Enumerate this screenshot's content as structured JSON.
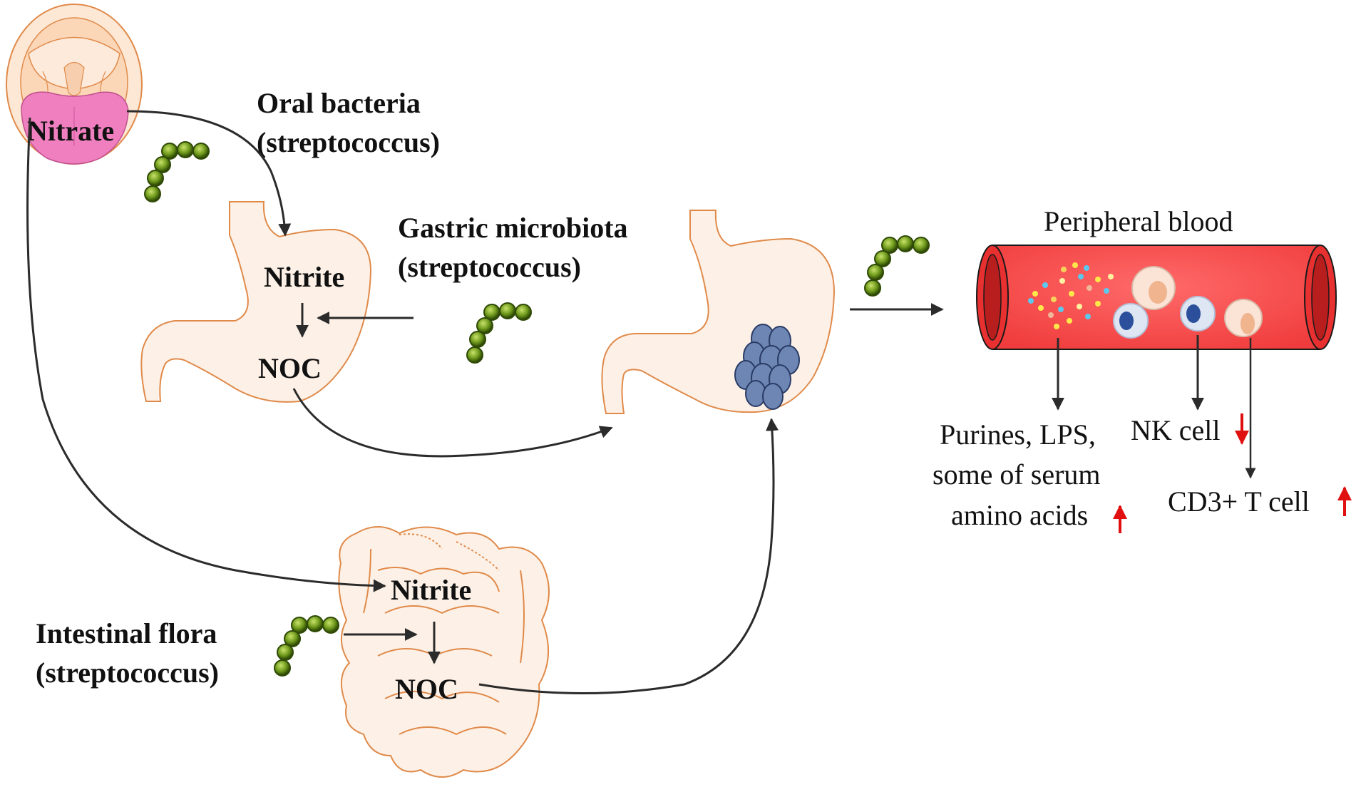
{
  "labels": {
    "nitrate": "Nitrate",
    "oral_bacteria_line1": "Oral bacteria",
    "oral_bacteria_line2": "(streptococcus)",
    "gastric_microbiota_line1": "Gastric microbiota",
    "gastric_microbiota_line2": "(streptococcus)",
    "stomach_nitrite": "Nitrite",
    "stomach_noc": "NOC",
    "peripheral_blood": "Peripheral blood",
    "purines_line1": "Purines, LPS,",
    "purines_line2": "some of serum",
    "purines_line3": "amino acids",
    "nk_cell": "NK cell",
    "cd3_t_cell": "CD3+ T cell",
    "intestinal_flora_line1": "Intestinal flora",
    "intestinal_flora_line2": "(streptococcus)",
    "intestine_nitrite": "Nitrite",
    "intestine_noc": "NOC"
  },
  "indicators": {
    "purines": "up",
    "nk_cell": "down",
    "cd3_t_cell": "up"
  },
  "colors": {
    "organ_fill": "#fdf1e7",
    "organ_stroke": "#e08a4a",
    "tongue": "#f07fc0",
    "vessel": "#ff5050",
    "vessel_dark": "#d42a2a",
    "bacteria": "#5b8a14",
    "tumor": "#6d86b4",
    "arrow": "#2b2b2b",
    "indicator": "#e01010"
  }
}
